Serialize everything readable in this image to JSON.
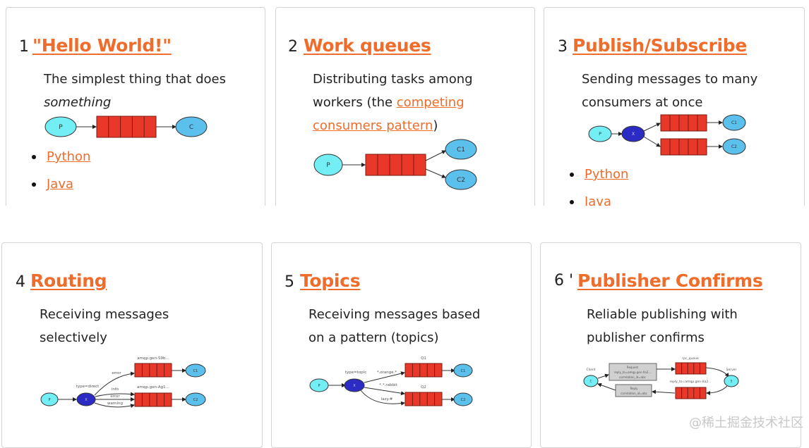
{
  "cards": [
    {
      "number": "1",
      "title": "\"Hello World!\"",
      "desc_line1": "The simplest thing that does",
      "desc_line2": "something",
      "diagram": {
        "producer": "P",
        "consumer": "C"
      },
      "links": [
        "Python",
        "Java"
      ]
    },
    {
      "number": "2",
      "title": "Work queues",
      "desc_line1": "Distributing tasks among",
      "desc_line2_prefix": "workers (the ",
      "desc_link1": "competing",
      "desc_link2": "consumers pattern",
      "desc_suffix": ")",
      "diagram": {
        "producer": "P",
        "consumer1": "C1",
        "consumer2": "C2"
      }
    },
    {
      "number": "3",
      "title": "Publish/Subscribe",
      "desc_line1": "Sending messages to many",
      "desc_line2": "consumers at once",
      "diagram": {
        "producer": "P",
        "exchange": "X",
        "consumer1": "C1",
        "consumer2": "C2"
      },
      "links": [
        "Python",
        "Java"
      ]
    },
    {
      "number": "4",
      "title": "Routing",
      "desc_line1": "Receiving messages",
      "desc_line2": "selectively",
      "diagram": {
        "producer": "P",
        "exchange": "X",
        "exchange_type": "type=direct",
        "queue1": "amqp.gen-S9b...",
        "queue2": "amqp.gen-Ag1...",
        "binding1": "error",
        "binding2": "info",
        "binding3": "error",
        "binding4": "warning",
        "consumer1": "C1",
        "consumer2": "C2"
      }
    },
    {
      "number": "5",
      "title": "Topics",
      "desc_line1": "Receiving messages based",
      "desc_line2": "on a pattern (topics)",
      "diagram": {
        "producer": "P",
        "exchange": "X",
        "exchange_type": "type=topic",
        "queue1": "Q1",
        "queue2": "Q2",
        "binding1": "*.orange.*",
        "binding2": "*.*.rabbit",
        "binding3": "lazy.#",
        "consumer1": "C1",
        "consumer2": "C2"
      }
    },
    {
      "number": "6 '",
      "title": "Publisher Confirms",
      "desc_line1": "Reliable publishing with",
      "desc_line2": "publisher confirms",
      "diagram": {
        "client_label": "Client",
        "client": "C",
        "server_label": "Server",
        "server": "S",
        "request_line1": "Request",
        "request_line2": "reply_to=amqp.gen-Xa2...",
        "request_line3": "correlation_id=abc",
        "queue1": "rpc_queue",
        "queue2": "reply_to=amqp.gen-Xa2...",
        "reply_line1": "Reply",
        "reply_line2": "correlation_id=abc"
      }
    }
  ],
  "watermark": "@稀土掘金技术社区",
  "colors": {
    "link": "#ef6c2a",
    "queue": "#e8382a",
    "producer": "#74eef5",
    "consumer": "#5cc0ec",
    "exchange": "#2c2cc4"
  }
}
